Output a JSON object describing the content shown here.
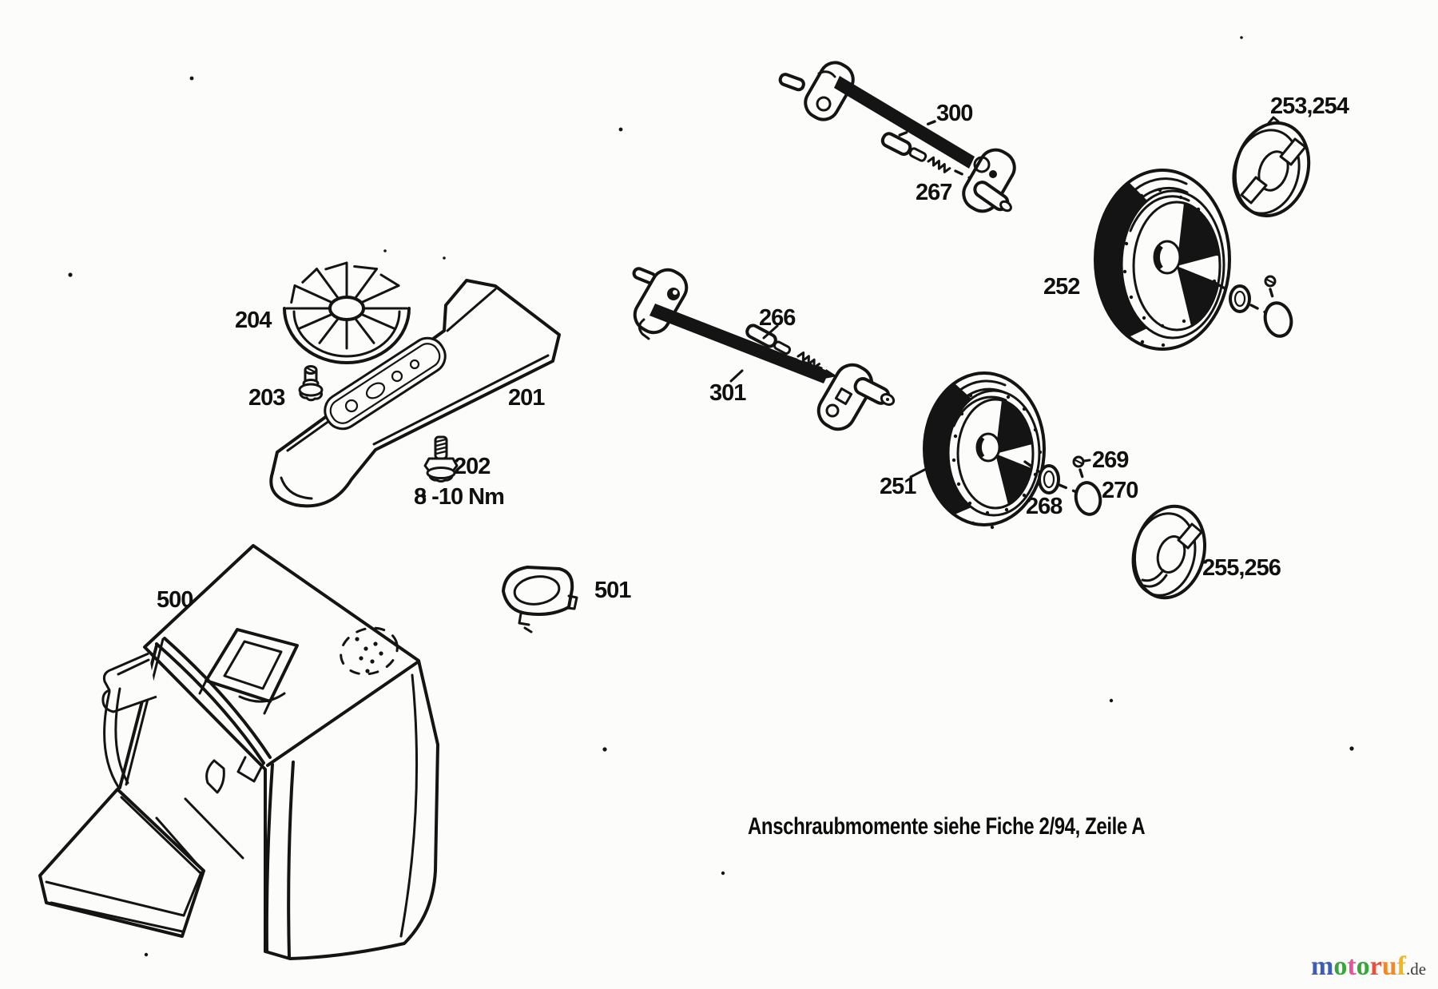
{
  "diagram": {
    "part_labels": {
      "blade": "201",
      "blade_bolt": "202",
      "fan_bolt": "203",
      "fan_impeller": "204",
      "wheel_lower": "251",
      "wheel_upper": "252",
      "hubcap_upper": "253,254",
      "hubcap_lower": "255,256",
      "pin_lower_axle": "266",
      "pin_upper_axle": "267",
      "washer_lower": "268",
      "screw_lower": "269",
      "cap_lower": "270",
      "axle_upper": "300",
      "axle_lower": "301",
      "grass_catcher": "500",
      "catcher_cap": "501"
    },
    "torque_label": "8 -10 Nm",
    "footer_note": "Anschraubmomente siehe Fiche 2/94, Zeile A"
  },
  "watermark": {
    "letters": [
      {
        "ch": "m",
        "color": "#3c5eb8"
      },
      {
        "ch": "o",
        "color": "#3aa53c"
      },
      {
        "ch": "t",
        "color": "#e7539c"
      },
      {
        "ch": "o",
        "color": "#3aa53c"
      },
      {
        "ch": "r",
        "color": "#e8503a"
      },
      {
        "ch": "u",
        "color": "#f08a28"
      },
      {
        "ch": "f",
        "color": "#efb820"
      }
    ],
    "suffix": ".de",
    "suffix_color": "#3a3a3a"
  }
}
